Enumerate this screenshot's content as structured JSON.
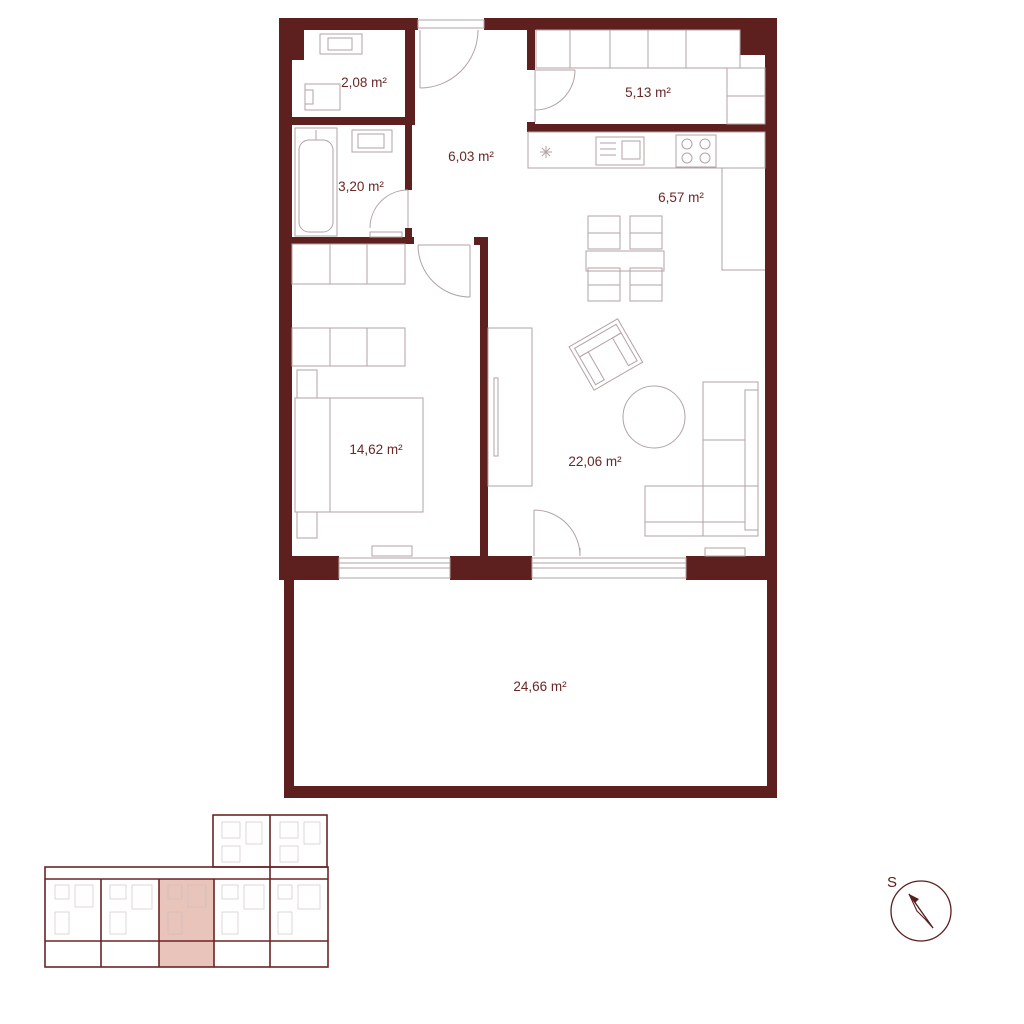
{
  "rooms": {
    "wc": {
      "area": "2,08 m²"
    },
    "storage": {
      "area": "5,13 m²"
    },
    "hall": {
      "area": "6,03 m²"
    },
    "bathroom": {
      "area": "3,20 m²"
    },
    "kitchen": {
      "area": "6,57 m²"
    },
    "bedroom": {
      "area": "14,62 m²"
    },
    "living_room": {
      "area": "22,06 m²"
    },
    "terrace": {
      "area": "24,66 m²"
    }
  },
  "compass": {
    "label": "S",
    "icon": "compass-icon"
  },
  "key_plan": {
    "icon": "key-plan-icon",
    "highlight_color": "#e8c4bb"
  },
  "colors": {
    "wall": "#5e1f1f",
    "label": "#6a2727",
    "fixture_line": "#b3a3a3"
  }
}
